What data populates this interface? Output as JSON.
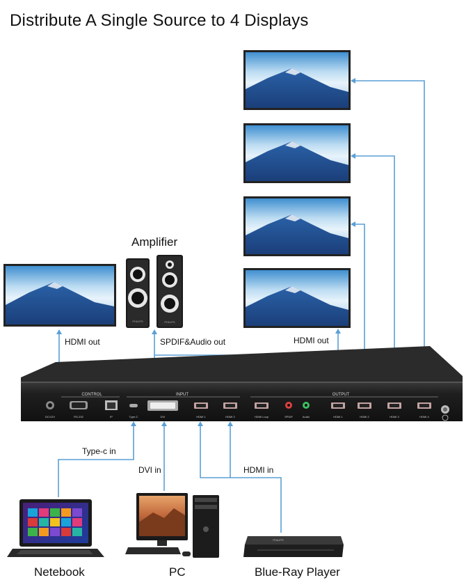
{
  "title": "Distribute A Single Source to 4 Displays",
  "labels": {
    "amplifier": "Amplifier",
    "hdmi_out_left": "HDMI out",
    "spdif_audio_out": "SPDIF&Audio out",
    "hdmi_out_right": "HDMI out",
    "typec_in": "Type-c in",
    "dvi_in": "DVI in",
    "hdmi_in": "HDMI in",
    "netebook": "Netebook",
    "pc": "PC",
    "bluray": "Blue-Ray Player"
  },
  "panel": {
    "control": "CONTROL",
    "input": "INPUT",
    "output": "OUTPUT",
    "ports": [
      "DC/12V",
      "RS-232",
      "IP",
      "Type-C",
      "DVI",
      "HDMI 1",
      "HDMI 2",
      "HDMI Loop",
      "SPDIF",
      "Audio",
      "HDMI 1",
      "HDMI 2",
      "HDMI 3",
      "HDMI 4"
    ],
    "speaker_brand": "PHILIPS",
    "player_brand": "PHILIPS"
  },
  "colors": {
    "line": "#5a9fd6",
    "device": "#1e1e1e",
    "panel_text": "#cfcfcf"
  }
}
